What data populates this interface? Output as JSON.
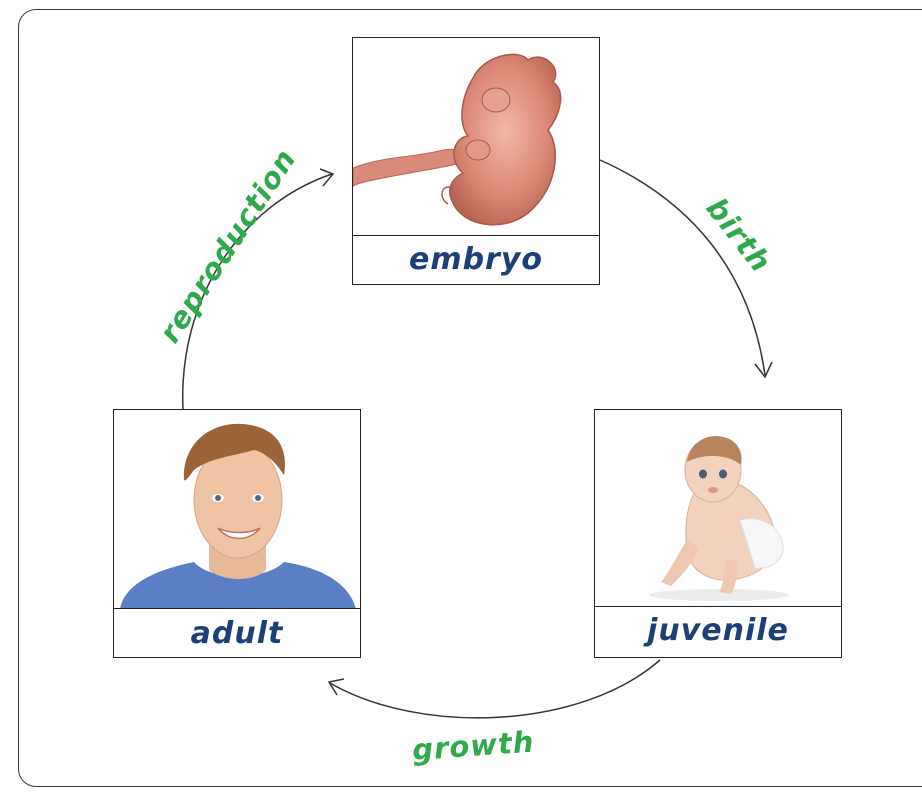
{
  "diagram": {
    "stages": {
      "embryo": "embryo",
      "juvenile": "juvenile",
      "adult": "adult"
    },
    "transitions": {
      "birth": "birth",
      "growth": "growth",
      "reproduction": "reproduction"
    },
    "colors": {
      "stage_label": "#1c3f75",
      "transition_label": "#2eaa4a",
      "border": "#222222"
    }
  }
}
